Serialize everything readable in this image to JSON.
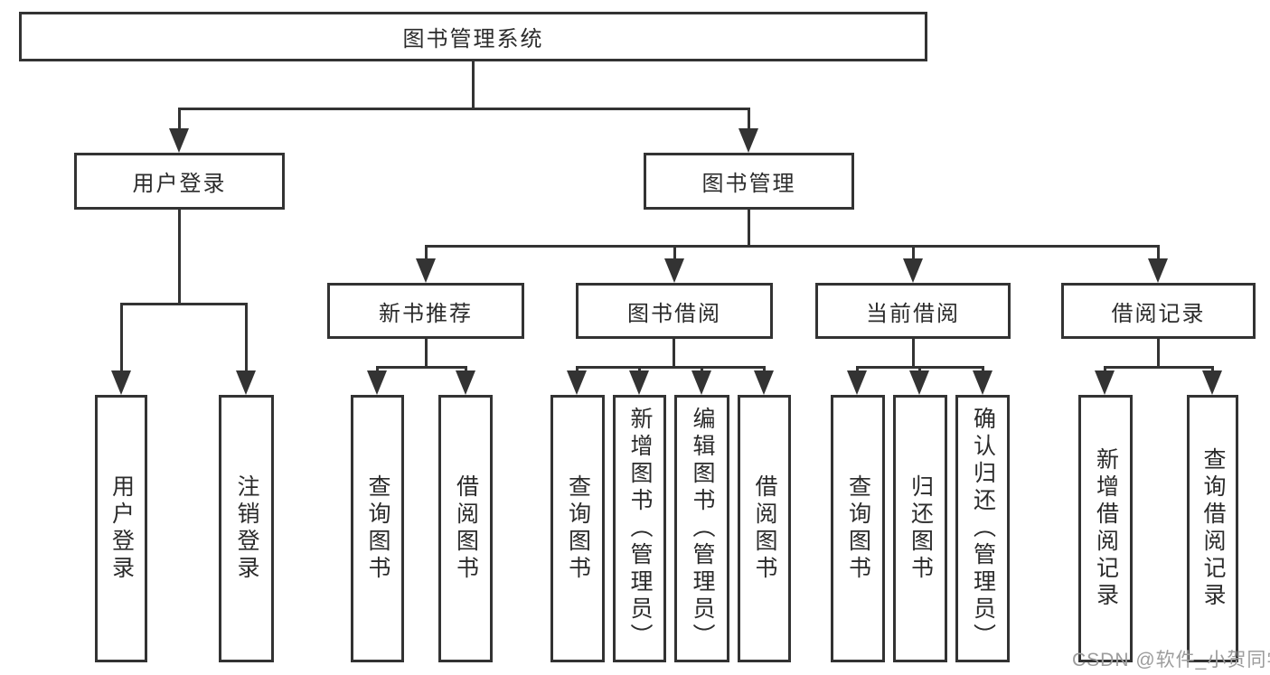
{
  "tree": {
    "root": {
      "label": "图书管理系统"
    },
    "branches": [
      {
        "label": "用户登录",
        "children": [
          {
            "label": "用户登录"
          },
          {
            "label": "注销登录"
          }
        ]
      },
      {
        "label": "图书管理",
        "groups": [
          {
            "label": "新书推荐",
            "children": [
              {
                "label": "查询图书"
              },
              {
                "label": "借阅图书"
              }
            ]
          },
          {
            "label": "图书借阅",
            "children": [
              {
                "label": "查询图书"
              },
              {
                "label": "新增图书（管理员）"
              },
              {
                "label": "编辑图书（管理员）"
              },
              {
                "label": "借阅图书"
              }
            ]
          },
          {
            "label": "当前借阅",
            "children": [
              {
                "label": "查询图书"
              },
              {
                "label": "归还图书"
              },
              {
                "label": "确认归还（管理员）"
              }
            ]
          },
          {
            "label": "借阅记录",
            "children": [
              {
                "label": "新增借阅记录"
              },
              {
                "label": "查询借阅记录"
              }
            ]
          }
        ]
      }
    ]
  },
  "watermark": {
    "text": "CSDN @软件_小贺同学"
  },
  "colors": {
    "line": "#333333",
    "background": "#ffffff",
    "watermark": "#9c9c9c"
  }
}
